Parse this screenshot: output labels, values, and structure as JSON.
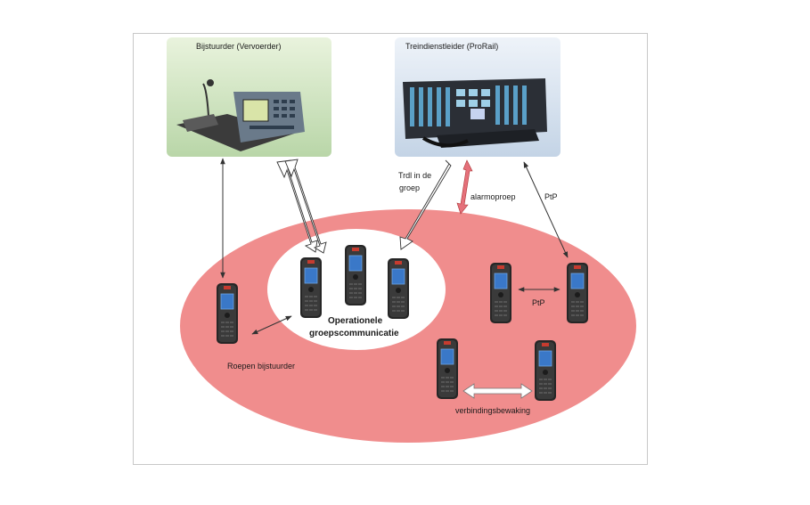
{
  "colors": {
    "ellipse_fill": "#f08d8d",
    "inner_ellipse_fill": "#ffffff",
    "panel_left_bg": "#d6e9c6",
    "panel_right_bg": "#dde7f3",
    "phone_body": "#2a2a2a",
    "phone_screen": "#3a78c8",
    "alarm_arrow": "#e5707a"
  },
  "panels": {
    "left_title": "Bijstuurder (Vervoerder)",
    "right_title": "Treindienstleider (ProRail)"
  },
  "labels": {
    "trdl_line1": "Trdl in de",
    "trdl_line2": "groep",
    "alarmoproep": "alarmoproep",
    "ptp_top": "PtP",
    "ptp_middle": "PtP",
    "group_line1": "Operationele",
    "group_line2": "groepscommunicatie",
    "roepen": "Roepen bijstuurder",
    "verbinding": "verbindingsbewaking"
  },
  "icons": {
    "left_device": "desk-console-icon",
    "right_device": "dispatcher-console-icon",
    "handset": "handset-radio-icon"
  }
}
